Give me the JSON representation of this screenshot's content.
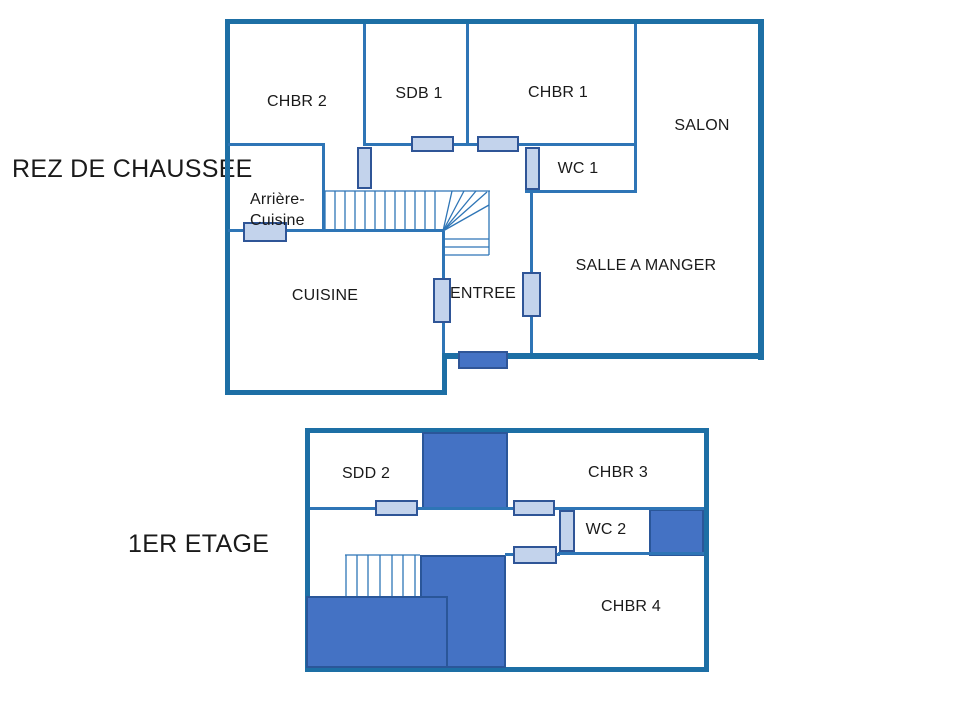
{
  "colors": {
    "background": "#ffffff",
    "outer_wall": "#1d6fa5",
    "inner_wall": "#2e75b6",
    "door_fill": "#c3d3ec",
    "door_border": "#2f5597",
    "solid_fill": "#4472c4",
    "solid_border": "#2a5699",
    "text": "#1a1a1a"
  },
  "ground_floor": {
    "title": "REZ DE CHAUSSEE",
    "rooms": {
      "chbr2": "CHBR 2",
      "sdb1": "SDB 1",
      "chbr1": "CHBR 1",
      "salon": "SALON",
      "wc1": "WC 1",
      "arriere_cuisine": "Arrière-\nCuisine",
      "cuisine": "CUISINE",
      "entree": "ENTREE",
      "salle_a_manger": "SALLE A MANGER"
    }
  },
  "first_floor": {
    "title": "1ER ETAGE",
    "rooms": {
      "sdd2": "SDD 2",
      "chbr3": "CHBR 3",
      "wc2": "WC 2",
      "chbr4": "CHBR 4"
    }
  }
}
